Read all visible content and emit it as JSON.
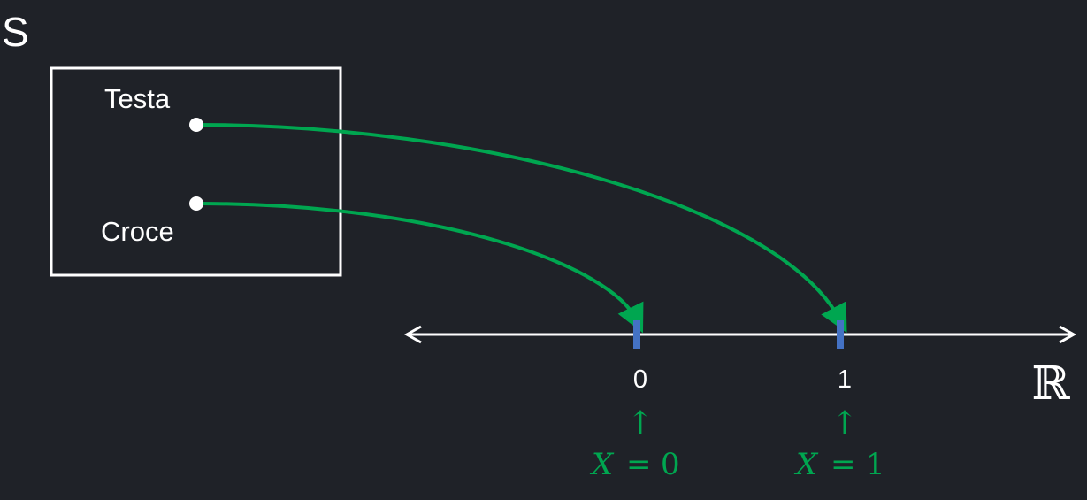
{
  "diagram": {
    "sample_space_label": "S",
    "outcomes": [
      {
        "label": "Testa"
      },
      {
        "label": "Croce"
      }
    ],
    "axis": {
      "ticks": [
        {
          "label": "0",
          "value": 0
        },
        {
          "label": "1",
          "value": 1
        }
      ],
      "set_label": "ℝ"
    },
    "mappings": [
      {
        "from": "Testa",
        "to": "1"
      },
      {
        "from": "Croce",
        "to": "0"
      }
    ],
    "annotations": [
      {
        "arrow": "↑",
        "var": "X",
        "eq": "=",
        "val": "0"
      },
      {
        "arrow": "↑",
        "var": "X",
        "eq": "=",
        "val": "1"
      }
    ],
    "colors": {
      "background": "#1f2228",
      "foreground": "#ffffff",
      "mapping_arrow": "#00a650",
      "tick": "#4472c4"
    }
  }
}
